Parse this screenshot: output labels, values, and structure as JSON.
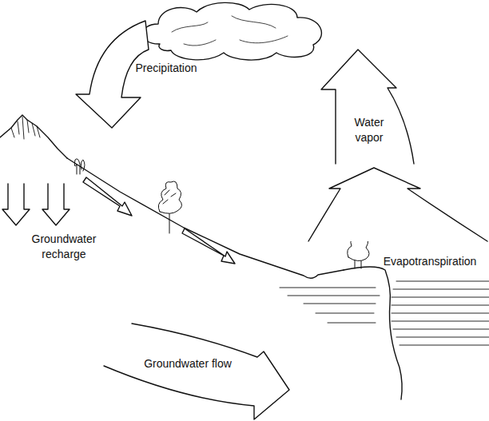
{
  "diagram": {
    "labels": [
      "Precipitation",
      "Water vapor",
      "Groundwater recharge",
      "Evapotranspiration",
      "Groundwater flow"
    ]
  }
}
